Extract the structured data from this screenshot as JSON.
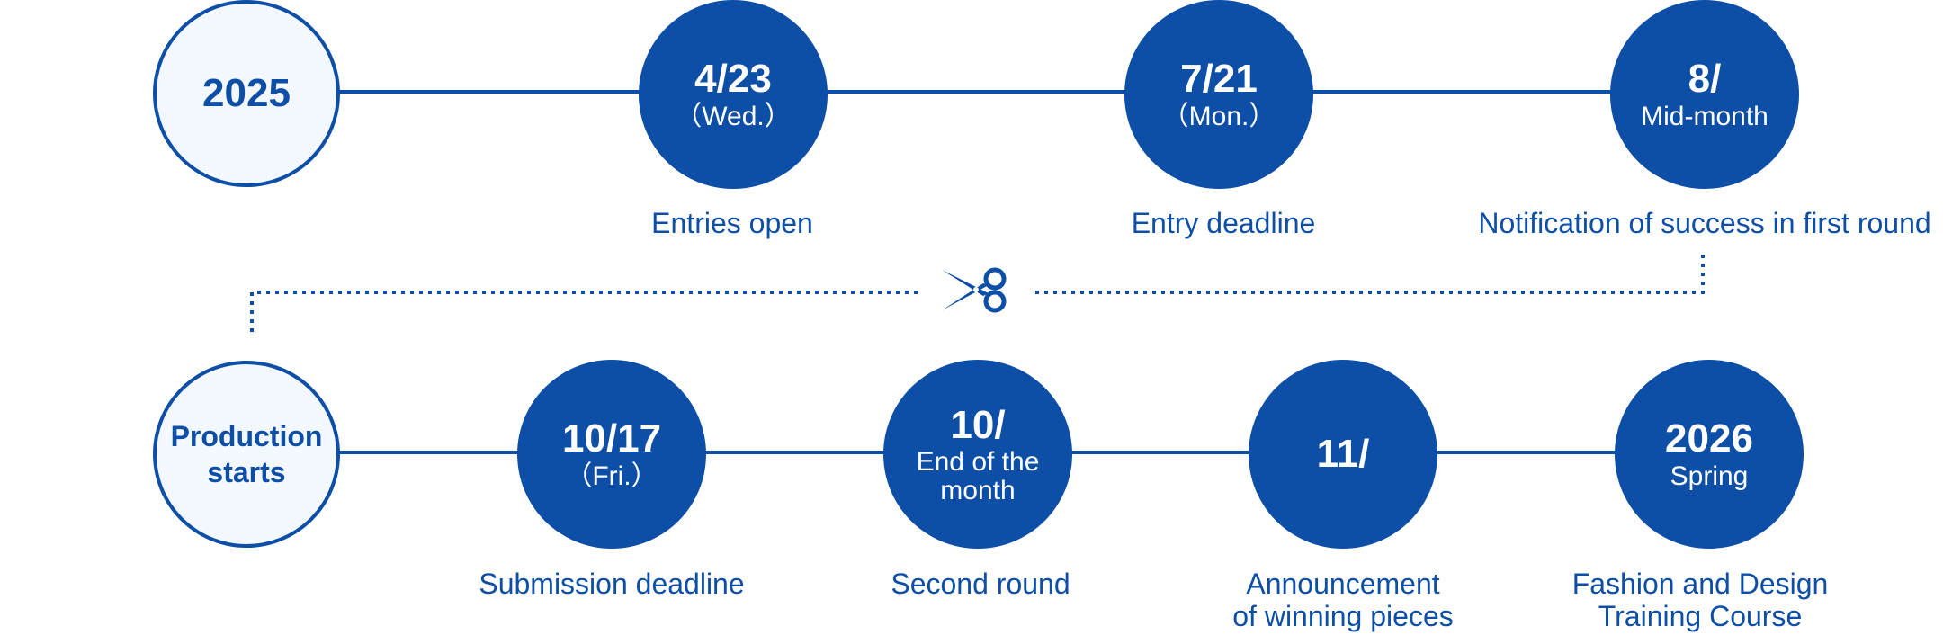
{
  "row1": {
    "start": {
      "label": "2025"
    },
    "milestones": [
      {
        "date": "4/23",
        "sub": "（Wed.）",
        "label": "Entries open"
      },
      {
        "date": "7/21",
        "sub": "（Mon.）",
        "label": "Entry deadline"
      },
      {
        "date": "8/",
        "sub": "Mid-month",
        "label": "Notification of success in first round"
      }
    ]
  },
  "row2": {
    "start": {
      "label_line1": "Production",
      "label_line2": "starts"
    },
    "milestones": [
      {
        "date": "10/17",
        "sub": "（Fri.）",
        "label": "Submission deadline"
      },
      {
        "date": "10/",
        "sub_line1": "End of the",
        "sub_line2": "month",
        "label": "Second round"
      },
      {
        "date": "11/",
        "label_line1": "Announcement",
        "label_line2": "of winning pieces"
      },
      {
        "date": "2026",
        "sub": "Spring",
        "label_line1": "Fashion and Design",
        "label_line2": "Training Course"
      }
    ]
  },
  "colors": {
    "primary": "#0d4ea6",
    "light_fill": "#f2f8fd",
    "text_on_dark": "#ffffff"
  },
  "icons": {
    "connector": "scissors-icon"
  }
}
